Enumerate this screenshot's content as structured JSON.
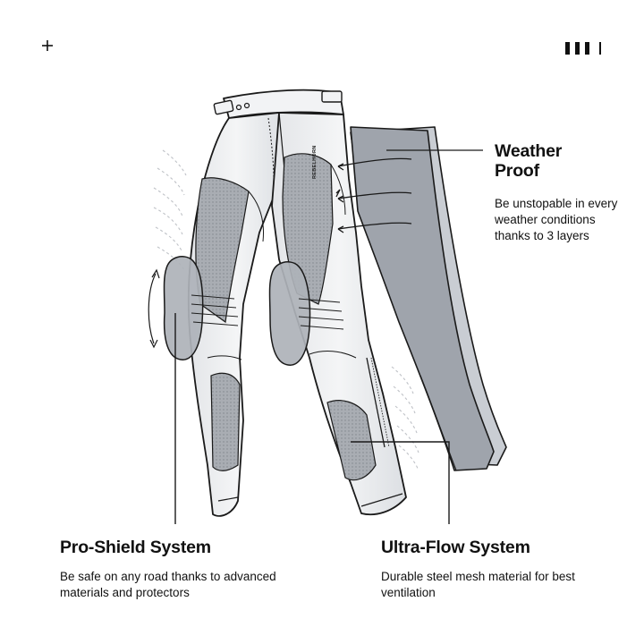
{
  "brand_print": "REBELHORN",
  "features": {
    "weather_proof": {
      "title": "Weather Proof",
      "title_line1": "Weather",
      "title_line2": "Proof",
      "description": "Be unstopable in every weather conditions thanks to 3 layers"
    },
    "pro_shield": {
      "title": "Pro-Shield System",
      "description": "Be safe on any road thanks to advanced materials and protectors"
    },
    "ultra_flow": {
      "title": "Ultra-Flow System",
      "description": "Durable steel mesh material for best ventilation"
    }
  },
  "icons": {
    "top_left": "plus-icon",
    "top_right": "bars-icon"
  },
  "colors": {
    "outline": "#1a1a1a",
    "fabric_light": "#eeeff1",
    "mesh_gray": "#a7abb1",
    "layer_dark": "#9ea3ab",
    "layer_light": "#c8ccd2",
    "protector": "#aeb2b8",
    "text": "#111111"
  }
}
